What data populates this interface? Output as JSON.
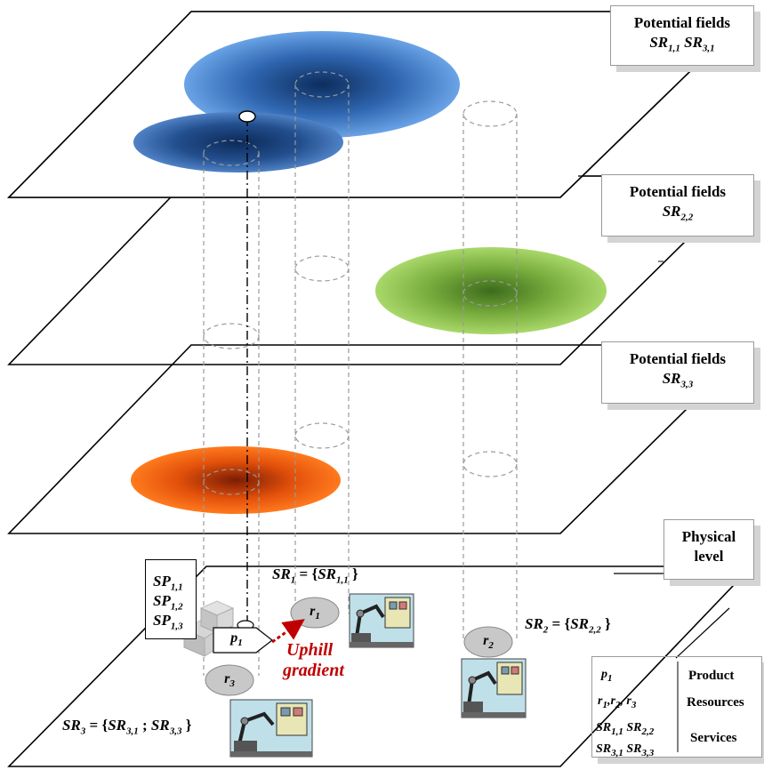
{
  "layers": [
    {
      "title": "Potential fields",
      "fields_html": "SR<sub>1,1</sub> SR<sub>3,1</sub>"
    },
    {
      "title": "Potential fields",
      "fields_html": "SR<sub>2,2</sub>"
    },
    {
      "title": "Potential fields",
      "fields_html": "SR<sub>3,3</sub>"
    }
  ],
  "physical_level": {
    "line1": "Physical",
    "line2": "level"
  },
  "product_services": [
    "SP<sub>1,1</sub>",
    "SP<sub>1,2</sub>",
    "SP<sub>1,3</sub>"
  ],
  "nodes": {
    "p1": "p<sub>1</sub>",
    "r1": "r<sub>1</sub>",
    "r2": "r<sub>2</sub>",
    "r3": "r<sub>3</sub>"
  },
  "service_sets": {
    "sr1": "SR<sub>1</sub> <span class='nb'>=</span> <span class='nb'>{</span>SR<sub>1,1</sub> <span class='nb'>}</span>",
    "sr2": "SR<sub>2</sub> <span class='nb'>=</span> <span class='nb'>{</span>SR<sub>2,2</sub> <span class='nb'>}</span>",
    "sr3": "SR<sub>3</sub> <span class='nb'>=</span> <span class='nb'>{</span>SR<sub>3,1</sub> <span class='nb'>;</span> SR<sub>3,3</sub> <span class='nb'>}</span>"
  },
  "uphill_gradient": {
    "line1": "Uphill",
    "line2": "gradient"
  },
  "legend": {
    "rows": [
      {
        "symbol_html": "p<sub>1</sub>",
        "label": "Product"
      },
      {
        "symbol_html": "r<sub>1</sub>,r<sub>2</sub>, r<sub>3</sub>",
        "label": "Resources"
      },
      {
        "symbol_html": "SR<sub>1,1</sub> SR<sub>2,2</sub><br>SR<sub>3,1</sub> SR<sub>3,3</sub>",
        "label": "Services"
      }
    ]
  },
  "colors": {
    "field_blue_top": "#5a8fd6",
    "field_blue_small": "#4a78bd",
    "field_green": "#8dc34a",
    "field_orange": "#ff6a10",
    "gradient_arrow": "#c00000"
  }
}
